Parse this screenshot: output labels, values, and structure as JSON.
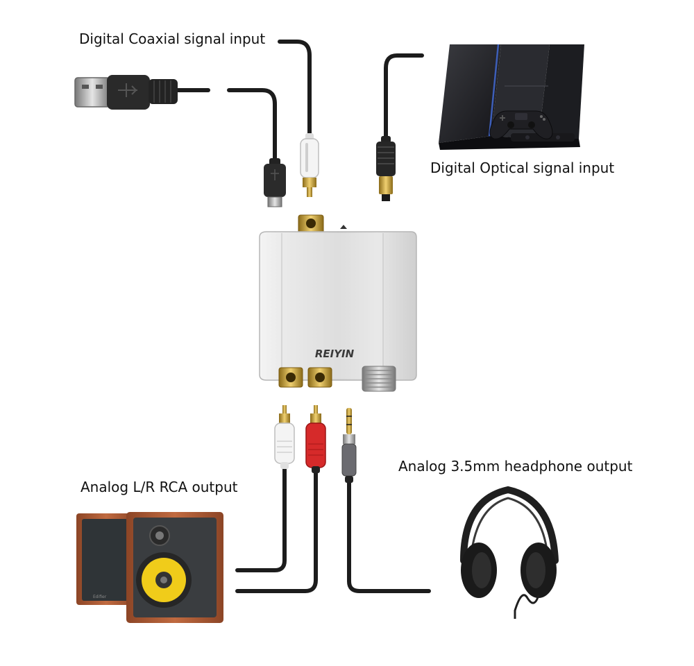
{
  "labels": {
    "coaxial_input": "Digital Coaxial signal input",
    "optical_input": "Digital Optical signal input",
    "headphone_output": "Analog 3.5mm headphone output",
    "rca_output": "Analog L/R RCA output"
  },
  "device": {
    "brand": "REIYIN"
  },
  "colors": {
    "cable": "#1c1c1c",
    "gold_connector": "#c9a23c",
    "device_body": "#dcdcdc",
    "rca_red": "#d62a2a",
    "rca_white": "#f2f2f2",
    "speaker_wood": "#b0603a",
    "speaker_cone": "#f0cc1a"
  },
  "icons": [
    "usb-plug-icon",
    "micro-usb-plug-icon",
    "coaxial-rca-plug-icon",
    "toslink-optical-plug-icon",
    "game-console-icon",
    "gamepad-icon",
    "dac-converter-icon",
    "rca-white-plug-icon",
    "rca-red-plug-icon",
    "jack-3-5mm-plug-icon",
    "speakers-icon",
    "headphones-icon"
  ]
}
